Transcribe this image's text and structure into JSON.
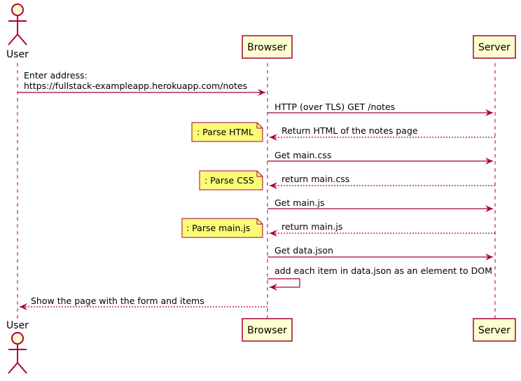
{
  "participants": {
    "user": "User",
    "browser": "Browser",
    "server": "Server"
  },
  "messages": [
    {
      "from": "user",
      "to": "browser",
      "style": "solid",
      "lines": [
        "Enter address:",
        "https://fullstack-exampleapp.herokuapp.com/notes"
      ]
    },
    {
      "from": "browser",
      "to": "server",
      "style": "solid",
      "lines": [
        "HTTP (over TLS) GET /notes"
      ]
    },
    {
      "from": "server",
      "to": "browser",
      "style": "dotted",
      "lines": [
        "Return HTML of the notes page"
      ]
    },
    {
      "from": "browser",
      "to": "server",
      "style": "solid",
      "lines": [
        "Get main.css"
      ]
    },
    {
      "from": "server",
      "to": "browser",
      "style": "dotted",
      "lines": [
        "return main.css"
      ]
    },
    {
      "from": "browser",
      "to": "server",
      "style": "solid",
      "lines": [
        "Get main.js"
      ]
    },
    {
      "from": "server",
      "to": "browser",
      "style": "dotted",
      "lines": [
        "return main.js"
      ]
    },
    {
      "from": "browser",
      "to": "server",
      "style": "solid",
      "lines": [
        "Get data.json"
      ]
    },
    {
      "from": "browser",
      "to": "browser",
      "style": "solid",
      "lines": [
        "add each item in data.json as an element to DOM"
      ]
    },
    {
      "from": "browser",
      "to": "user",
      "style": "dotted",
      "lines": [
        "Show the page with the form and items"
      ]
    }
  ],
  "notes": [
    ": Parse HTML",
    ": Parse CSS",
    ": Parse main.js"
  ],
  "colors": {
    "arrow": "#A80036",
    "participant_fill": "#FEFECE",
    "note_fill": "#FBFB77"
  }
}
